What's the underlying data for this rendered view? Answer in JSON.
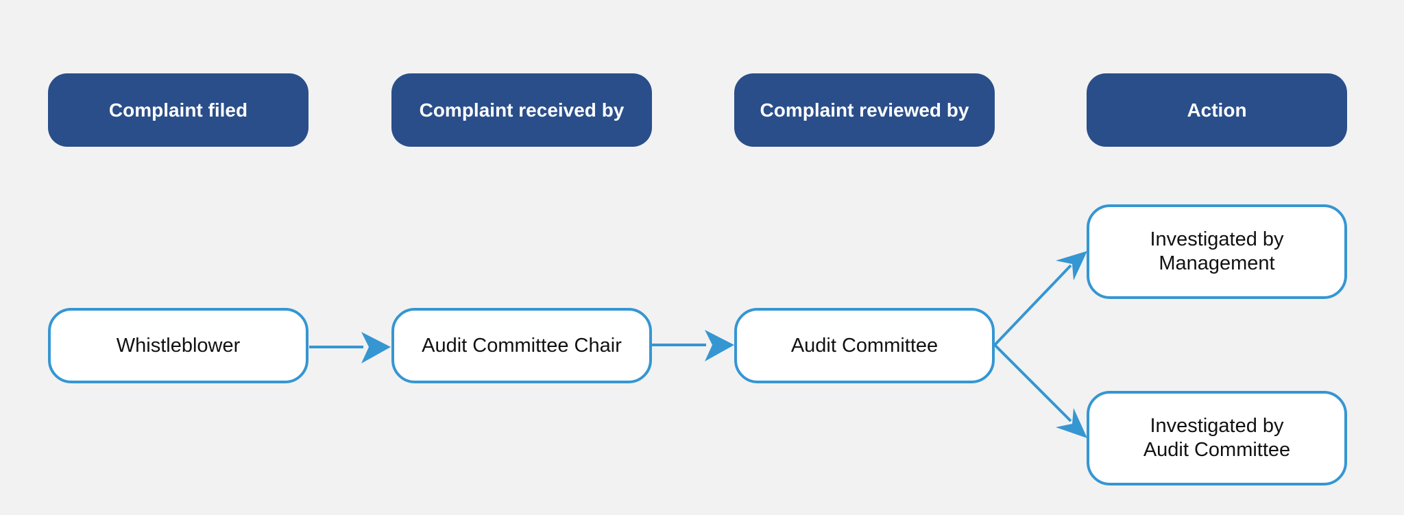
{
  "headers": {
    "col1": "Complaint filed",
    "col2": "Complaint received by",
    "col3": "Complaint reviewed by",
    "col4": "Action"
  },
  "nodes": {
    "whistleblower": "Whistleblower",
    "audit_committee_chair": "Audit Committee Chair",
    "audit_committee": "Audit Committee",
    "investigated_management": "Investigated by\nManagement",
    "investigated_audit_committee": "Investigated by\nAudit Committee"
  },
  "colors": {
    "background": "#f2f2f2",
    "header_fill": "#2a4e8a",
    "header_text": "#ffffff",
    "node_border": "#3596d2",
    "node_fill": "#ffffff",
    "arrow": "#3596d2"
  }
}
